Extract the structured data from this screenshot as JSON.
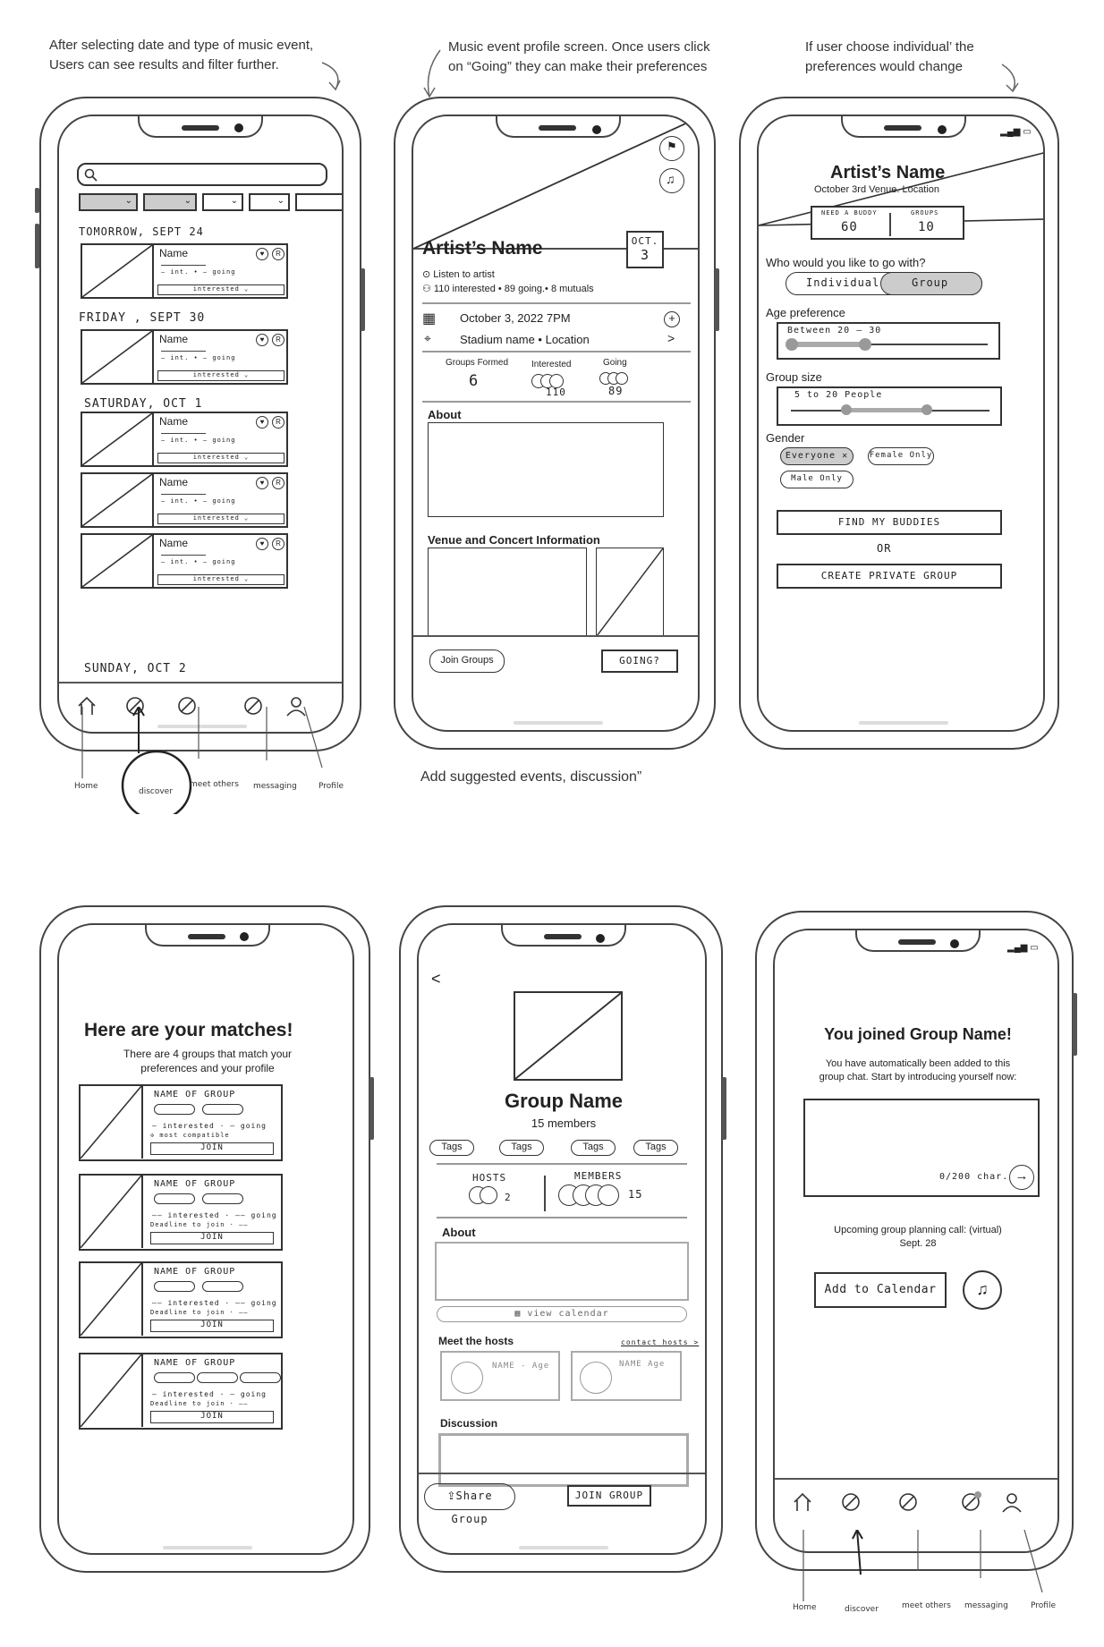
{
  "annotations": {
    "screen1_lines": [
      "After selecting date and type of music event,",
      "Users can see results and filter further."
    ],
    "screen2_lines": [
      "Music event profile screen. Once users click",
      "on “Going” they can make their preferences"
    ],
    "screen3_lines": [
      "If user choose individual’ the",
      "preferences would change"
    ],
    "screen2_footer": "Add suggested events, discussion”"
  },
  "results_screen": {
    "sections": [
      {
        "date": "TOMORROW, SEPT 24"
      },
      {
        "date": "FRIDAY , SEPT 30"
      },
      {
        "date": "SATURDAY, OCT 1"
      },
      {
        "date": "SUNDAY, OCT 2"
      }
    ],
    "card": {
      "name": "Name",
      "going": "— int. • — going",
      "interested": "interested ⌄"
    }
  },
  "event_screen": {
    "artist": "Artist’s Name",
    "date_badge": {
      "month": "OCT.",
      "day": "3"
    },
    "listen": "Listen to artist",
    "stats_line": "110 interested • 89 going.• 8 mutuals",
    "datetime": "October 3, 2022 7PM",
    "venue": "Stadium name • Location",
    "groups_formed_label": "Groups Formed",
    "groups_formed_value": "6",
    "interested_label": "Interested",
    "interested_value": "110",
    "going_label": "Going",
    "going_value": "89",
    "about": "About",
    "venue_info": "Venue and Concert Information",
    "join_groups": "Join Groups",
    "going_button": "GOING?"
  },
  "preferences_screen": {
    "artist": "Artist’s Name",
    "subtitle": "October 3rd  Venue.  Location",
    "need_buddy_label": "NEED A BUDDY",
    "need_buddy_value": "60",
    "groups_label": "GROUPS",
    "groups_value": "10",
    "question": "Who would you like to go with?",
    "toggle_individual": "Individual",
    "toggle_group": "Group",
    "age_label": "Age preference",
    "age_value": "Between  20 – 30",
    "group_size_label": "Group size",
    "group_size_value": "5 to 20 People",
    "gender_label": "Gender",
    "gender_everyone": "Everyone  ✕",
    "gender_female": "Female Only",
    "gender_male": "Male Only",
    "find_buddies": "FIND MY BUDDIES",
    "or": "OR",
    "create_group": "CREATE  PRIVATE GROUP"
  },
  "matches_screen": {
    "title": "Here are your matches!",
    "subtitle_lines": [
      "There are 4 groups that match your",
      "preferences and your profile"
    ],
    "cards": [
      {
        "name": "NAME OF GROUP",
        "line1": "— interested · — going",
        "line2": "✣ most compatible",
        "join": "JOIN"
      },
      {
        "name": "NAME OF GROUP",
        "line1": "—— interested · —— going",
        "line2": "Deadline to join · ——",
        "join": "JOIN"
      },
      {
        "name": "NAME OF GROUP",
        "line1": "—— interested · —— going",
        "line2": "Deadline to join · ——",
        "join": "JOIN"
      },
      {
        "name": "NAME OF GROUP",
        "line1": "— interested · — going",
        "line2": "Deadline to join · ——",
        "join": "JOIN"
      }
    ]
  },
  "group_screen": {
    "back": "<",
    "name": "Group Name",
    "members_count": "15 members",
    "tags": [
      "Tags",
      "Tags",
      "Tags",
      "Tags"
    ],
    "hosts_label": "HOSTS",
    "hosts_count": "2",
    "members_label": "MEMBERS",
    "members_value": "15",
    "about": "About",
    "view_calendar": "view calendar",
    "meet_hosts": "Meet the hosts",
    "contact_hosts": "contact hosts >",
    "host_card_1": "NAME - Age",
    "host_card_2": "NAME  Age",
    "discussion": "Discussion",
    "share": "Share Group",
    "join": "JOIN GROUP"
  },
  "joined_screen": {
    "title": "You joined Group Name!",
    "body_lines": [
      "You have automatically been added to this",
      "group chat. Start by introducing yourself now:"
    ],
    "char_count": "0/200 char.",
    "call_lines": [
      "Upcoming group planning call: (virtual)",
      "Sept. 28"
    ],
    "add_calendar": "Add to Calendar"
  },
  "nav_labels": [
    "Home",
    "discover",
    "meet others",
    "messaging",
    "Profile"
  ]
}
